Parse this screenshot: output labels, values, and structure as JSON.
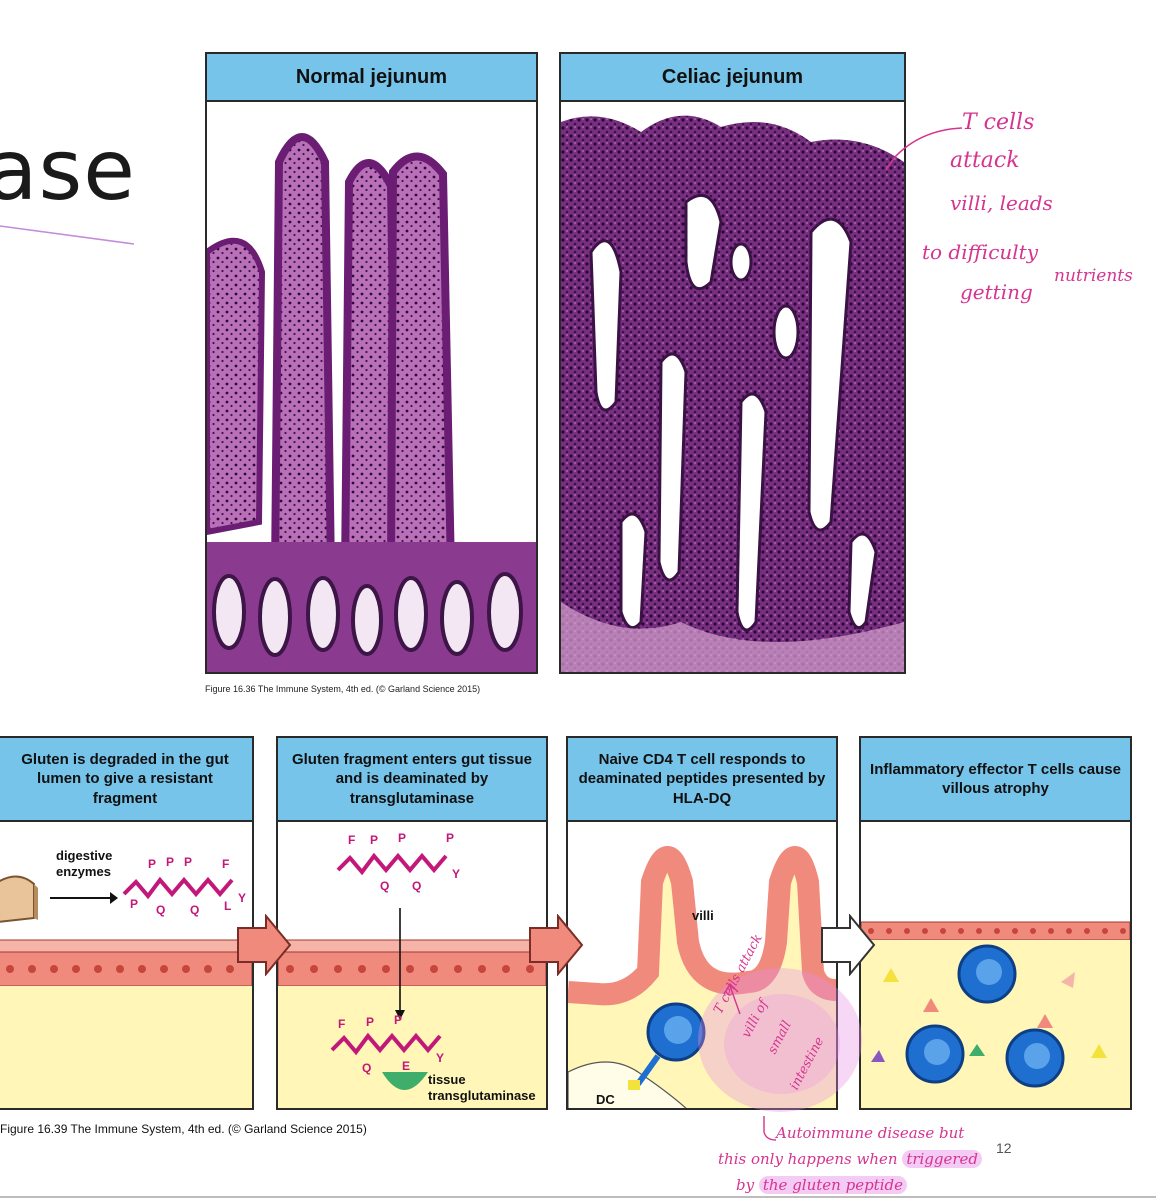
{
  "slide": {
    "title_fragment": "ase"
  },
  "micrographs": {
    "normal": {
      "title": "Normal jejunum"
    },
    "celiac": {
      "title": "Celiac jejunum"
    },
    "caption": "Figure 16.36 The Immune System, 4th ed. (© Garland Science 2015)"
  },
  "handwritten_notes": {
    "lines": [
      "T cells",
      "attack",
      "villi, leads",
      "to difficulty",
      "getting",
      "nutrients"
    ],
    "villi_note": [
      "T cells attack",
      "villi of",
      "small",
      "intestine"
    ],
    "bottom_note": {
      "line1": "Autoimmune disease but",
      "line2_start": "this only happens when",
      "line2_highlight": "triggered",
      "line3_start": "by",
      "line3_highlight": "the gluten peptide"
    }
  },
  "pathway": {
    "panels": [
      {
        "title": "Gluten is degraded in the gut lumen to give a resistant fragment"
      },
      {
        "title": "Gluten fragment enters gut tissue and is deaminated by transglutaminase"
      },
      {
        "title": "Naive CD4 T cell responds to deaminated peptides presented by HLA-DQ"
      },
      {
        "title": "Inflammatory effector T cells cause villous atrophy"
      }
    ],
    "labels": {
      "digestive_enzymes": [
        "digestive",
        "enzymes"
      ],
      "tissue_transglutaminase": [
        "tissue",
        "transglutaminase"
      ],
      "villi": "villi",
      "dc": "DC"
    },
    "peptide_letters": {
      "p": "P",
      "q": "Q",
      "f": "F",
      "l": "L",
      "y": "Y",
      "e": "E"
    },
    "caption": "Figure 16.39 The Immune System, 4th ed. (© Garland Science 2015)",
    "slide_number": "12"
  },
  "colors": {
    "header_blue": "#77c4ea",
    "epithelium": "#f08a7d",
    "lamina": "#fff6b8",
    "t_cell": "#1f6fd1",
    "annotation": "#d6348f",
    "highlight": "#e58ce6",
    "peptide": "#c2187a",
    "enzyme_green": "#3fae6b"
  }
}
